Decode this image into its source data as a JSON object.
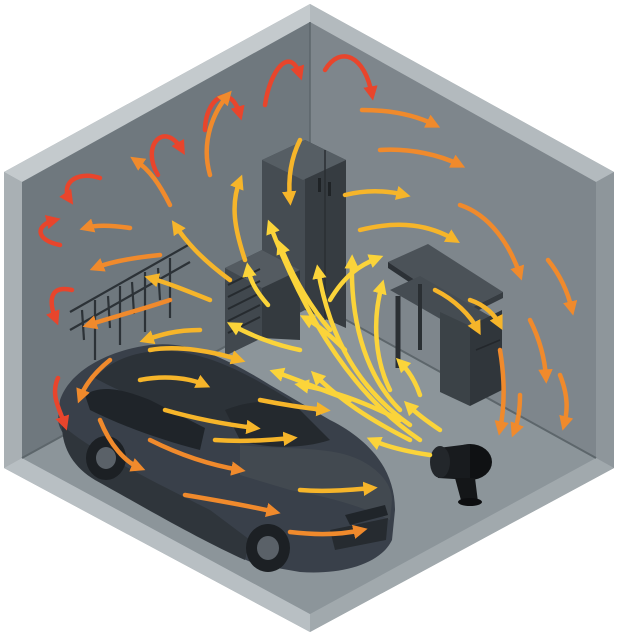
{
  "scene": {
    "description_visible_text": "",
    "objects": [
      "garage-room",
      "car",
      "tall-cabinet",
      "tool-chest",
      "workbench",
      "wall-rack",
      "space-heater"
    ]
  },
  "colors": {
    "wall_left": "#6e777d",
    "wall_back": "#7d858b",
    "floor": "#8e979c",
    "rim_light": "#b6bdc1",
    "rim_dark": "#8a9297",
    "car_body": "#3a4147",
    "car_dark": "#262b30",
    "furniture": "#3f464c",
    "heater": "#151719",
    "arrow_hot": "#e8452c",
    "arrow_mid": "#f08a2c",
    "arrow_warm": "#f6b52a",
    "arrow_light": "#fbd43a"
  }
}
